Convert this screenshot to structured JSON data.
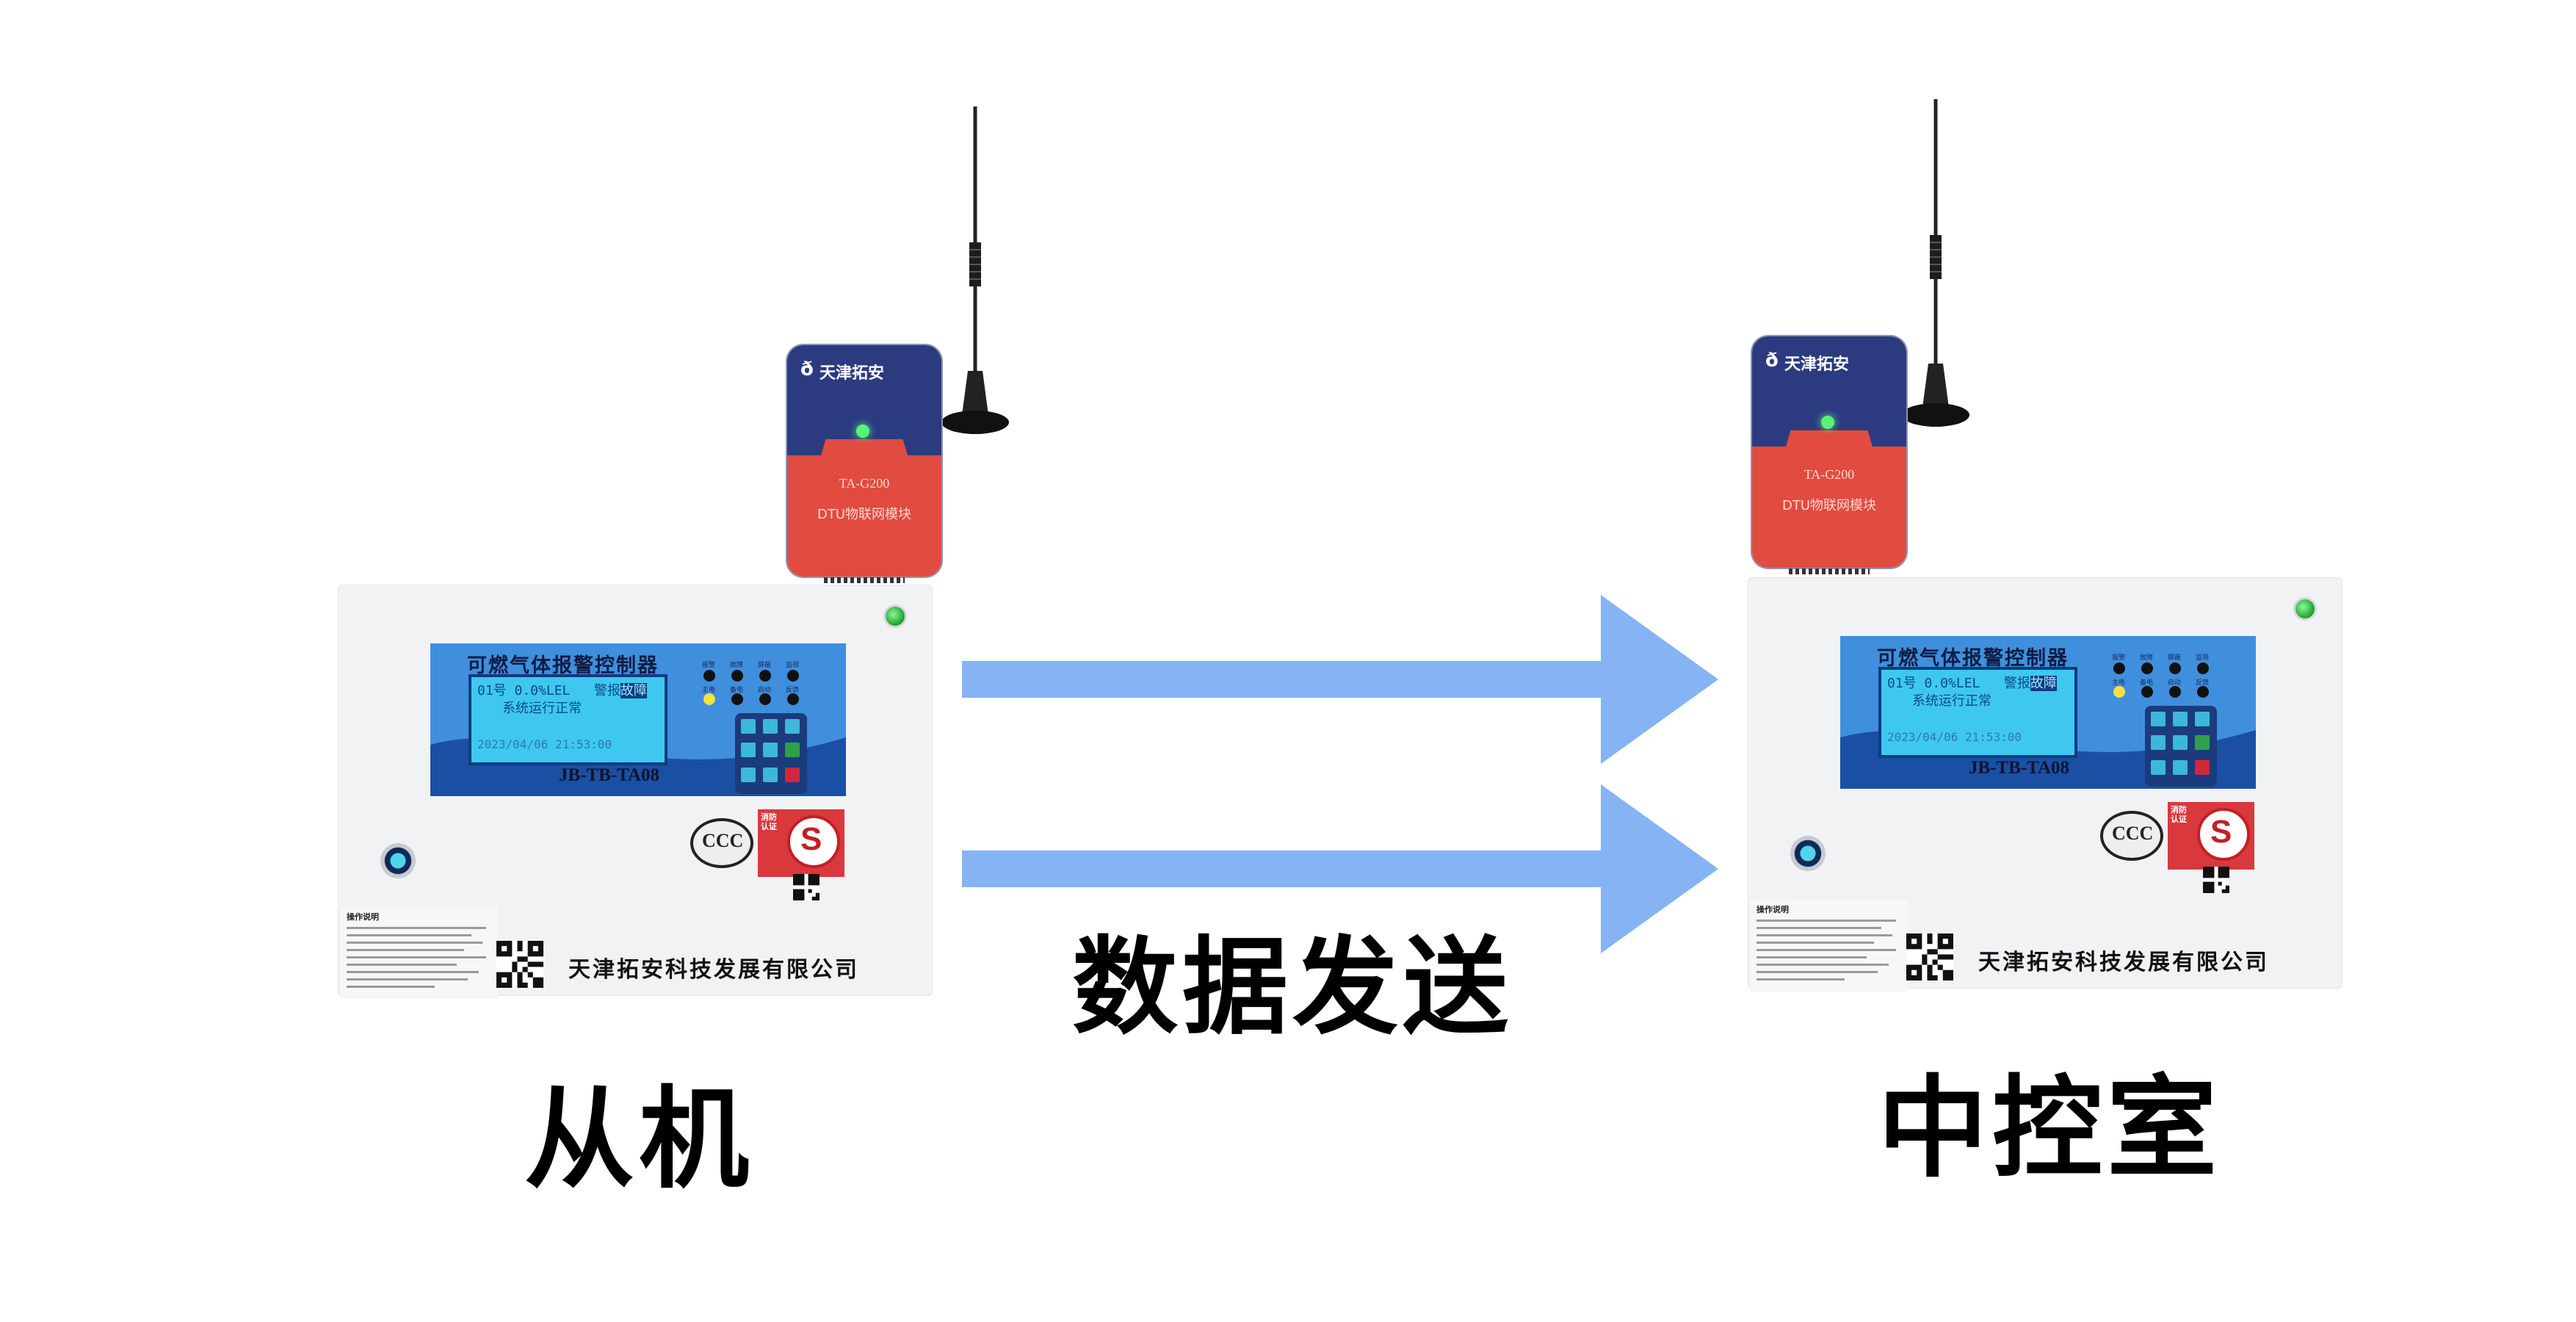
{
  "labels": {
    "send": "数据发送",
    "slave": "从机",
    "control_room": "中控室"
  },
  "dtu": {
    "brand": "天津拓安",
    "model": "TA-G200",
    "desc": "DTU物联网模块"
  },
  "controller": {
    "title": "可燃气体报警控制器",
    "model": "JB-TB-TA08",
    "lcd_line1": "01号 0.0%LEL",
    "lcd_flag1": "警报",
    "lcd_flag2": "故障",
    "lcd_line2": "系统运行正常",
    "lcd_line3": "2023/04/06 21:53:00",
    "indicators": [
      "报警",
      "故障",
      "屏蔽",
      "监视",
      "主电",
      "备电",
      "启动",
      "反馈"
    ],
    "cert_text": "消防认证",
    "manual_title": "操作说明",
    "company": "天津拓安科技发展有限公司"
  },
  "colors": {
    "arrow": "#85b3f4",
    "panel": "#3f8fdd",
    "lcd": "#3fc8ef",
    "dtu_top": "#2c3b80",
    "dtu_bottom": "#e14b40"
  },
  "icons": [
    "antenna-icon",
    "arrow-right-icon",
    "ccc-mark-icon",
    "fire-certification-icon",
    "qr-code-icon",
    "key-lock-icon"
  ]
}
